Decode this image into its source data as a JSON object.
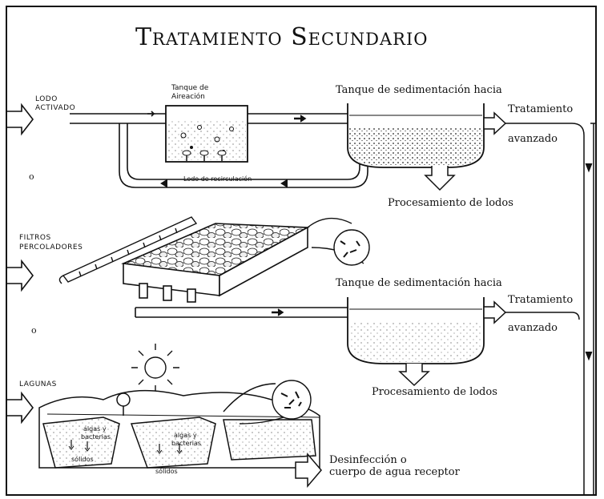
{
  "diagram": {
    "title": "Tratamiento Secundario",
    "section_lodo": {
      "label_line1": "LODO",
      "label_line2": "ACTIVADO",
      "aeration_tank_line1": "Tanque de",
      "aeration_tank_line2": "Aireación",
      "recirculation": "Lodo de recirculación",
      "sedimentation_tank": "Tanque de sedimentación hacia",
      "output_line1": "Tratamiento",
      "output_line2": "avanzado",
      "sludge_processing": "Procesamiento de lodos",
      "bullet": "o"
    },
    "section_filtros": {
      "label_line1": "FILTROS",
      "label_line2": "PERCOLADORES",
      "sedimentation_tank": "Tanque de sedimentación hacia",
      "output_line1": "Tratamiento",
      "output_line2": "avanzado",
      "sludge_processing": "Procesamiento de lodos",
      "bullet": "o"
    },
    "section_lagunas": {
      "label": "LAGUNAS",
      "algae_line1": "algas y",
      "algae_line2": "bacterias",
      "algae2_line1": "algas y",
      "algae2_line2": "bacterias",
      "solids": "sólidos",
      "solids2": "sólidos",
      "disinfection_line1": "Desinfección o",
      "disinfection_line2": "cuerpo de agua receptor"
    }
  }
}
